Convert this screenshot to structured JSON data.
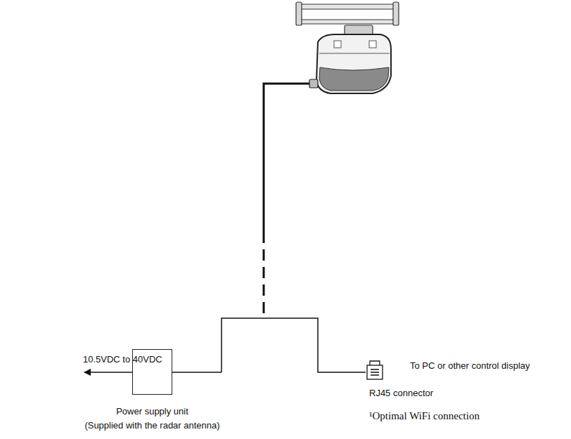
{
  "diagram": {
    "nodes": [
      {
        "text": [
          "Power supply unit",
          "(Supplied with the radar antenna)"
        ]
      }
    ],
    "labels": [
      "10.5VDC to 40VDC",
      "To PC or other control display",
      "RJ45 connector",
      "¹Optimal WiFi connection"
    ]
  }
}
